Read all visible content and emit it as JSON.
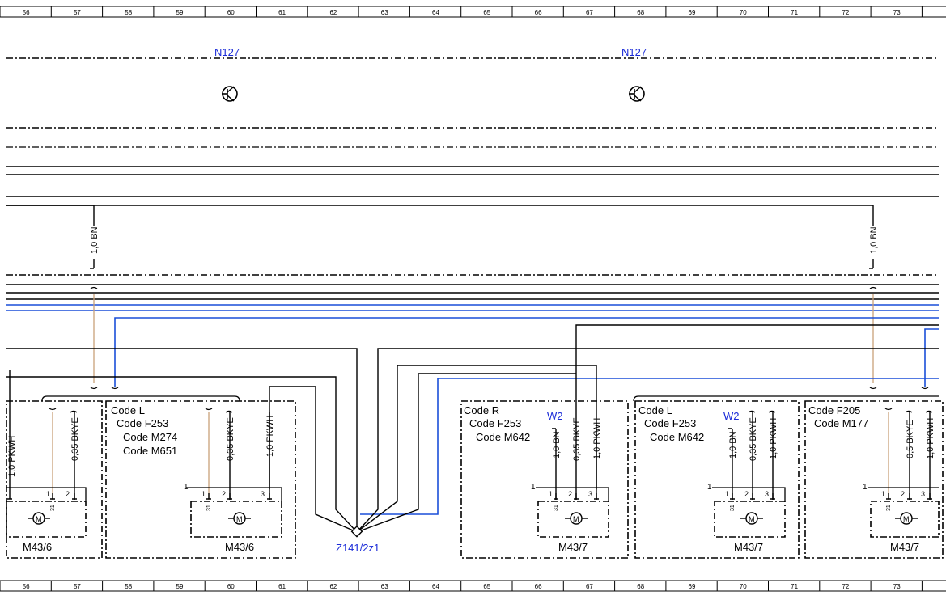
{
  "ruler": {
    "columns": [
      "56",
      "57",
      "58",
      "59",
      "60",
      "61",
      "62",
      "63",
      "64",
      "65",
      "66",
      "67",
      "68",
      "69",
      "70",
      "71",
      "72",
      "73"
    ]
  },
  "components": {
    "n127_left": "N127",
    "n127_right": "N127",
    "z141": "Z141/2z1",
    "m43_6_a": "M43/6",
    "m43_6_b": "M43/6",
    "m43_7_a": "M43/7",
    "m43_7_b": "M43/7",
    "m43_7_c": "M43/7",
    "w2_a": "W2",
    "w2_b": "W2",
    "motor_symbol": "M"
  },
  "codes": {
    "box_a": [
      "Code L",
      "Code F253",
      "Code M274",
      "Code M651"
    ],
    "box_b": [
      "Code R",
      "Code F253",
      "Code M642"
    ],
    "box_c": [
      "Code L",
      "Code F253",
      "Code M642"
    ],
    "box_d": [
      "Code F205",
      "Code M177"
    ]
  },
  "wires": {
    "bn_left": "1,0 BN",
    "bn_right": "1,0 BN",
    "pkwh_a": "1,0 PKWH",
    "bkye_a": "0,35 BKYE",
    "bkye_b": "0,35 BKYE",
    "pkwh_b": "1,0 PKWH",
    "bn_c": "1,0 BN",
    "bkye_c": "0,35 BKYE",
    "pkwh_c": "1,0 PKWH",
    "bn_d": "1,0 BN",
    "bkye_d": "0,35 BKYE",
    "pkwh_d": "1,0 PKWH",
    "bkye_e": "0,5 BKYE",
    "pkwh_e": "1,0 PKWH"
  },
  "pins": {
    "one": "1",
    "two": "2",
    "three": "3",
    "thirtyone": "31"
  },
  "colors": {
    "blue_wire": "#1a4fd8",
    "brown_wire": "#c8a07a",
    "label_blue": "#1a2bd8",
    "line": "#000000"
  }
}
